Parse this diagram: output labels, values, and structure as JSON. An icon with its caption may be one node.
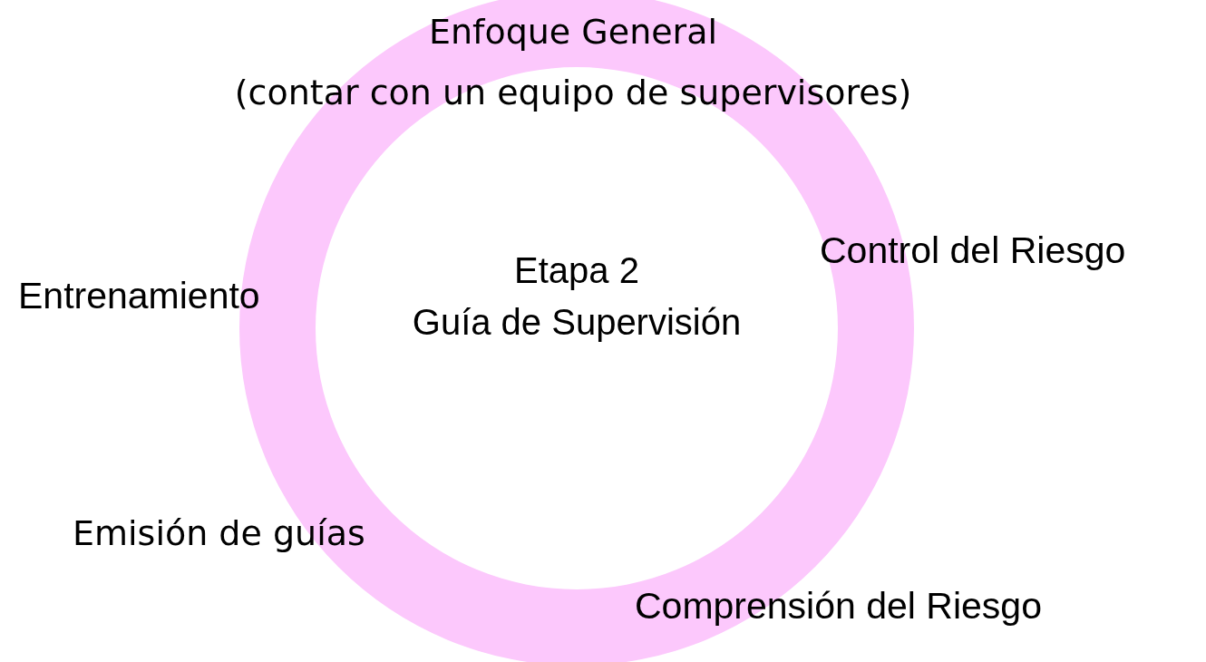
{
  "diagram": {
    "nodes": [
      {
        "text": [
          "Etapa 2",
          "Guía de Supervisión"
        ]
      }
    ],
    "labels": [
      "Enfoque General (contar con un equipo de supervisores)",
      "Control del Riesgo",
      "Entrenamiento",
      "Emisión de guías",
      "Comprensión del Riesgo"
    ]
  }
}
